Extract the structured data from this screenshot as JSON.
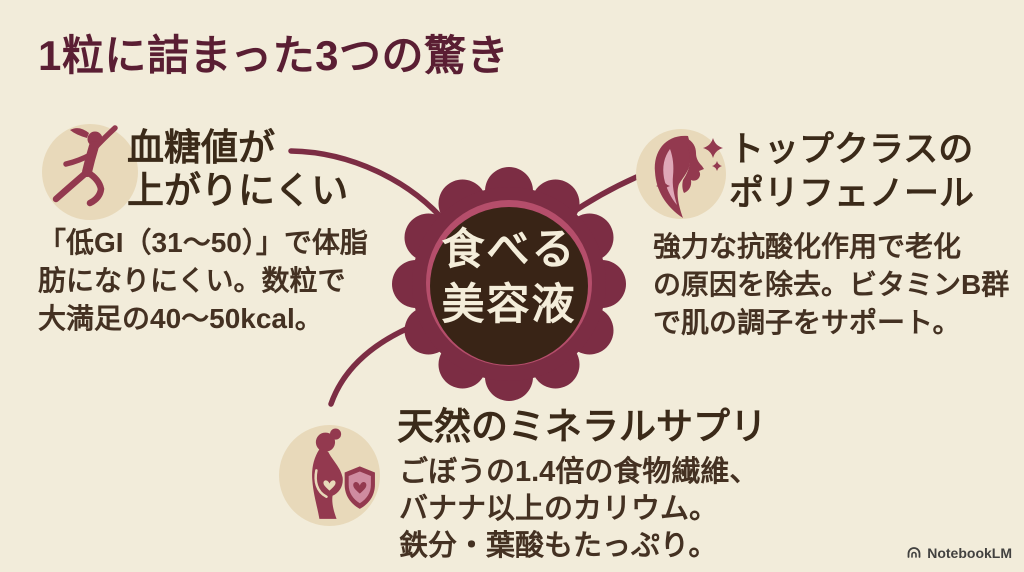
{
  "title": "1粒に詰まった3つの驚き",
  "seal": {
    "line1": "食べる",
    "line2": "美容液"
  },
  "features": [
    {
      "icon": "jumping-woman-icon",
      "heading_lines": [
        "血糖値が",
        "上がりにくい"
      ],
      "body_lines": [
        "「低GI（31〜50）」で体脂",
        "肪になりにくい。数粒で",
        "大満足の40〜50kcal。"
      ]
    },
    {
      "icon": "woman-face-sparkles-icon",
      "heading_lines": [
        "トップクラスの",
        "ポリフェノール"
      ],
      "body_lines": [
        "強力な抗酸化作用で老化",
        "の原因を除去。ビタミンB群",
        "で肌の調子をサポート。"
      ]
    },
    {
      "icon": "pregnant-woman-shield-icon",
      "heading_lines": [
        "天然のミネラルサプリ",
        ""
      ],
      "body_lines": [
        "ごぼうの1.4倍の食物繊維、",
        "バナナ以上のカリウム。",
        "鉄分・葉酸もたっぷり。"
      ]
    }
  ],
  "watermark": {
    "label": "NotebookLM"
  },
  "colors": {
    "background": "#f2ecda",
    "title": "#5a1e33",
    "heading_text": "#3b2a19",
    "body_text": "#443122",
    "icon_circle": "#e8d9ba",
    "icon_silhouette": "#93394f",
    "seal_outer": "#7c2d44",
    "seal_rim_highlight": "#b54e6b",
    "seal_inner": "#392416",
    "seal_text": "#f4edda",
    "connector_line": "#7c2d44",
    "watermark_text": "#2f2f2f"
  }
}
